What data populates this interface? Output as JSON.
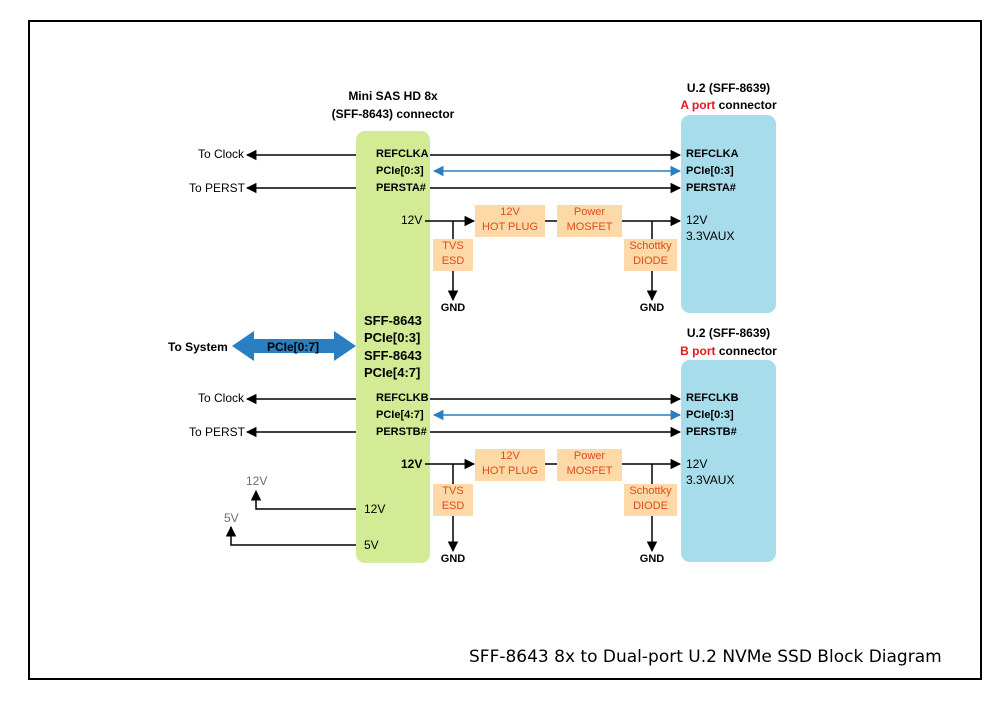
{
  "title": "SFF-8643 8x to Dual-port U.2 NVMe SSD Block Diagram",
  "mini_sas": {
    "title_line1": "Mini SAS HD 8x",
    "title_line2": "(SFF-8643) connector",
    "pins_a": [
      "REFCLKA",
      "PCIe[0:3]",
      "PERSTA#"
    ],
    "v12_a": "12V",
    "system_line1": "SFF-8643",
    "system_line2": "PCIe[0:3]",
    "system_line3": "SFF-8643",
    "system_line4": "PCIe[4:7]",
    "pins_b": [
      "REFCLKB",
      "PCIe[4:7]",
      "PERSTB#"
    ],
    "v12_b": "12V",
    "v12_in": "12V",
    "v5_in": "5V"
  },
  "u2_a": {
    "title": "U.2 (SFF-8639)",
    "port_label": "A port",
    "port_suffix": "connector",
    "pins": [
      "REFCLKA",
      "PCIe[0:3]",
      "PERSTA#"
    ],
    "power": [
      "12V",
      "3.3VAUX"
    ]
  },
  "u2_b": {
    "title": "U.2 (SFF-8639)",
    "port_label": "B port",
    "port_suffix": "connector",
    "pins": [
      "REFCLKB",
      "PCIe[0:3]",
      "PERSTB#"
    ],
    "power": [
      "12V",
      "3.3VAUX"
    ]
  },
  "left_labels": {
    "clock_a": "To Clock",
    "perst_a": "To PERST",
    "to_system": "To System",
    "pcie_bus": "PCIe[0:7]",
    "clock_b": "To Clock",
    "perst_b": "To PERST",
    "v12_src": "12V",
    "v5_src": "5V"
  },
  "power_a": {
    "hotplug": [
      "12V",
      "HOT PLUG"
    ],
    "mosfet": [
      "Power",
      "MOSFET"
    ],
    "tvs": [
      "TVS",
      "ESD"
    ],
    "schottky": [
      "Schottky",
      "DIODE"
    ],
    "gnd1": "GND",
    "gnd2": "GND"
  },
  "power_b": {
    "hotplug": [
      "12V",
      "HOT PLUG"
    ],
    "mosfet": [
      "Power",
      "MOSFET"
    ],
    "tvs": [
      "TVS",
      "ESD"
    ],
    "schottky": [
      "Schottky",
      "DIODE"
    ],
    "gnd1": "GND",
    "gnd2": "GND"
  },
  "colors": {
    "mini_sas_fill": "#d3eb94",
    "u2_fill": "#a7dcea",
    "box_fill": "#fcd9a6",
    "box_text": "#e04b1c",
    "port_red": "#e8161d",
    "pcie_blue": "#2a7fc1"
  }
}
